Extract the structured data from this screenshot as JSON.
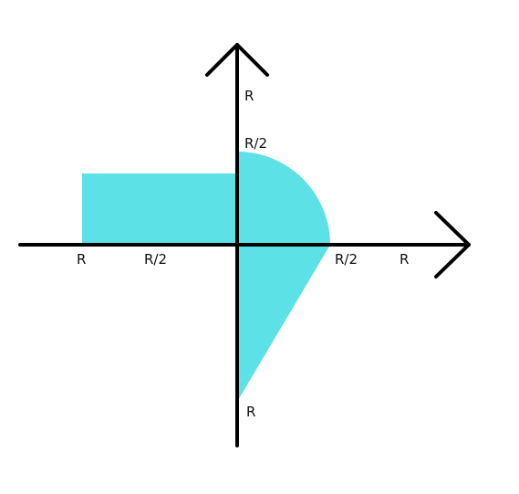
{
  "colors": {
    "region_fill": "#5ce1e6",
    "axis_stroke": "#000000",
    "background": "#ffffff"
  },
  "labels": {
    "y_pos_R": "R",
    "y_pos_half": "R/2",
    "x_pos_half": "R/2",
    "x_pos_R": "R",
    "x_neg_R": "R",
    "x_neg_half": "R/2",
    "y_neg_R": "R"
  }
}
